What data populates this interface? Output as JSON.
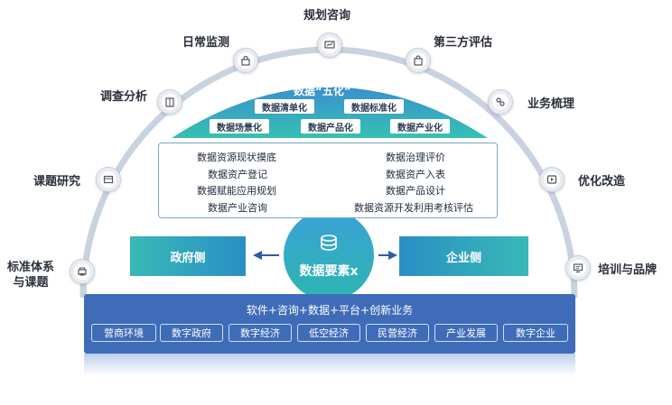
{
  "diagram": {
    "arc_items": [
      {
        "label": "规划咨询",
        "icon": "chart-board-icon"
      },
      {
        "label": "日常监测",
        "icon": "lock-icon"
      },
      {
        "label": "第三方评估",
        "icon": "bag-icon"
      },
      {
        "label": "调查分析",
        "icon": "book-icon"
      },
      {
        "label": "业务梳理",
        "icon": "link-icon"
      },
      {
        "label": "课题研究",
        "icon": "window-icon"
      },
      {
        "label": "优化改造",
        "icon": "play-icon"
      },
      {
        "label": "标准体系\n与课题",
        "icon": "printer-icon"
      },
      {
        "label": "培训与品牌",
        "icon": "monitor-icon"
      }
    ],
    "dome": {
      "title": "数据“五化”",
      "tags": [
        "数据清单化",
        "数据标准化",
        "数据场景化",
        "数据产品化",
        "数据产业化"
      ]
    },
    "services_left": [
      "数据资源现状摸底",
      "数据资产登记",
      "数据赋能应用规划",
      "数据产业咨询"
    ],
    "services_right": [
      "数据治理评价",
      "数据资产入表",
      "数据产品设计",
      "数据资源开发利用考核评估"
    ],
    "gov_label": "政府侧",
    "ent_label": "企业侧",
    "center_label": "数据要素x",
    "bottom": {
      "title": "软件+咨询+数据+平台+创新业务",
      "tags": [
        "营商环境",
        "数字政府",
        "数字经济",
        "低空经济",
        "民营经济",
        "产业发展",
        "数字企业"
      ]
    },
    "colors": {
      "teal": "#2fb3b8",
      "blue": "#3f6cb8",
      "dome_top": "#3a8fd0",
      "dome_bottom": "#36c0b2"
    }
  }
}
